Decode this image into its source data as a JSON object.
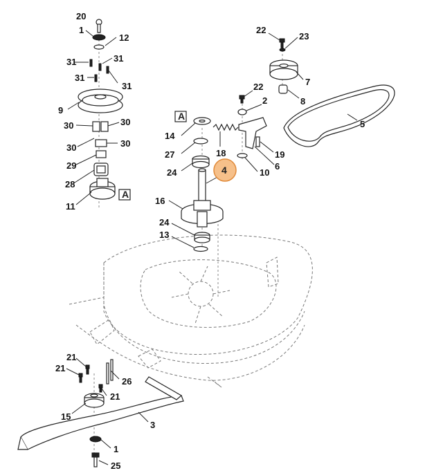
{
  "callouts": {
    "c20": "20",
    "c1a": "1",
    "c12": "12",
    "c31a": "31",
    "c31b": "31",
    "c31c": "31",
    "c31d": "31",
    "c9": "9",
    "c30a": "30",
    "c30b": "30",
    "c30c": "30",
    "c30d": "30",
    "c29": "29",
    "c28": "28",
    "c11": "11",
    "c22a": "22",
    "c23": "23",
    "c7": "7",
    "c22b": "22",
    "c8": "8",
    "c2": "2",
    "c5": "5",
    "c14": "14",
    "c18": "18",
    "c19": "19",
    "c27": "27",
    "c6": "6",
    "c24a": "24",
    "c10": "10",
    "c4": "4",
    "c16": "16",
    "c24b": "24",
    "c13": "13",
    "c21a": "21",
    "c21b": "21",
    "c26": "26",
    "c21c": "21",
    "c15": "15",
    "c3": "3",
    "c1b": "1",
    "c25": "25"
  },
  "reference_marks": {
    "ref_a_left": "A",
    "ref_a_right": "A"
  },
  "highlight_color": "#f6c08a"
}
